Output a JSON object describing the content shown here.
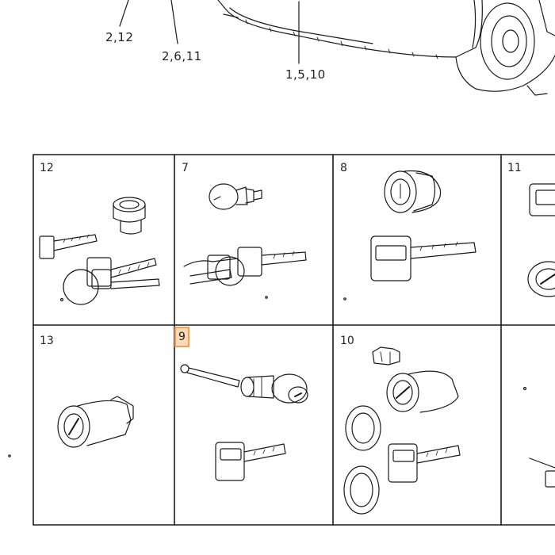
{
  "callouts": {
    "upper_left": "2,12",
    "upper_mid": "2,6,11",
    "upper_right": "1,5,10"
  },
  "cells": [
    {
      "number": "12"
    },
    {
      "number": "7"
    },
    {
      "number": "8"
    },
    {
      "number": "11"
    },
    {
      "number": "13"
    },
    {
      "number": "9",
      "highlighted": true
    },
    {
      "number": "10"
    }
  ],
  "colors": {
    "line": "#1a1a1a",
    "highlight_fill": "#f9d9b8",
    "highlight_border": "#f0a050"
  }
}
